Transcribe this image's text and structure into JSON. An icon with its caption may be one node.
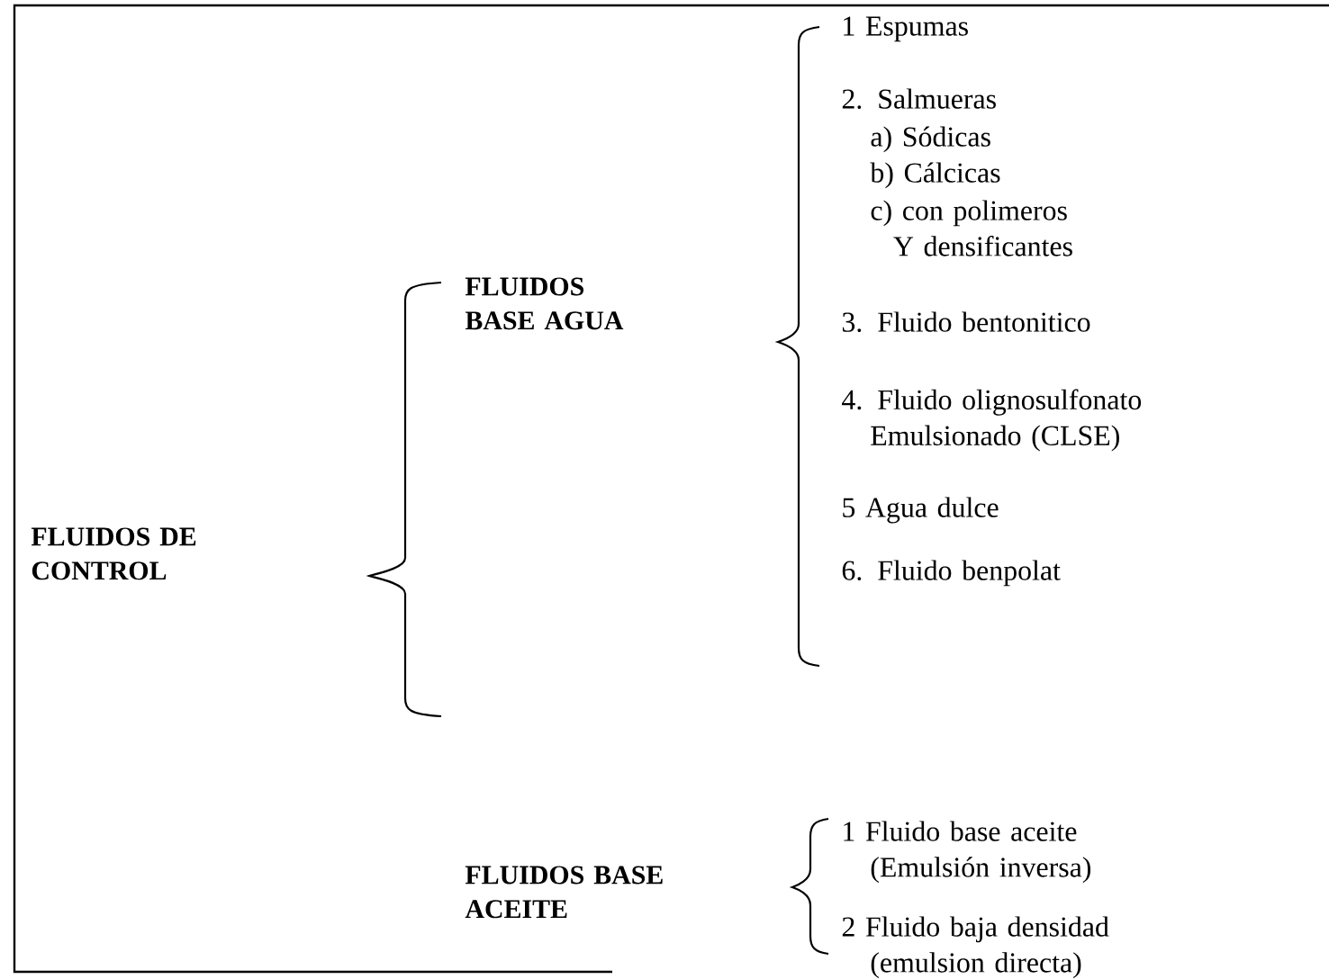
{
  "diagram": {
    "labels": [
      "FLUIDOS DE CONTROL",
      "FLUIDOS BASE AGUA",
      "1 Espumas",
      "2. Salmueras",
      "a) Sódicas",
      "b) Cálcicas",
      "c) con polimeros Y densificantes",
      "3. Fluido bentonitico",
      "4. Fluido olignosulfonato Emulsionado (CLSE)",
      "5 Agua dulce",
      "6. Fluido benpolat",
      "FLUIDOS BASE ACEITE",
      "1 Fluido base aceite (Emulsión inversa)",
      "2 Fluido baja densidad (emulsion directa)"
    ]
  }
}
